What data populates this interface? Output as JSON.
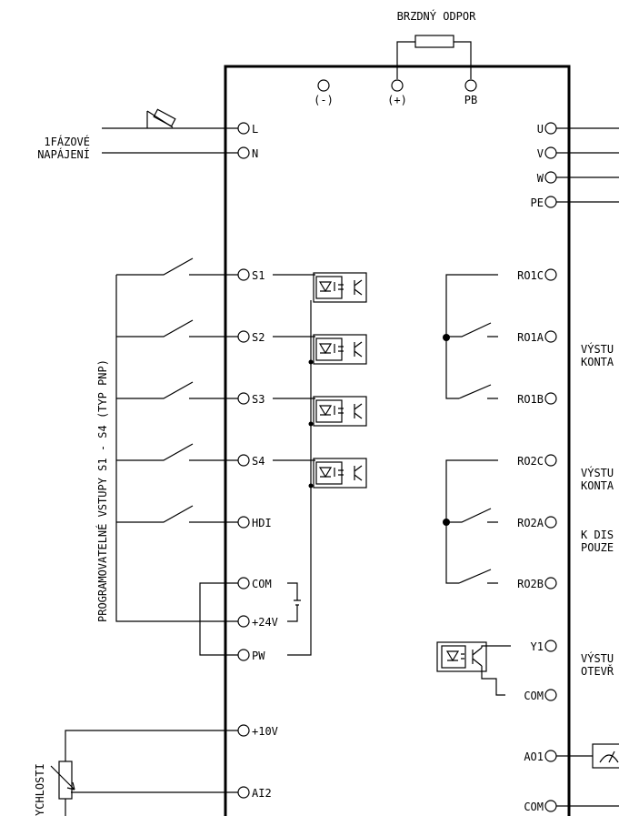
{
  "labels": {
    "brake_resistor": "BRZDNÝ ODPOR",
    "top_minus": "(-)",
    "top_plus": "(+)",
    "top_pb": "PB",
    "supply_line1": "1FÁZOVÉ",
    "supply_line2": "NAPÁJENÍ",
    "inputs_vertical": "PROGRAMOVATELNÉ VSTUPY S1 - S4 (TYP PNP)",
    "speed_vertical": "YCHLOSTI",
    "relay_out1_l1": "VÝSTU",
    "relay_out1_l2": "KONTA",
    "relay_out2_l1": "VÝSTU",
    "relay_out2_l2": "KONTA",
    "relay_note_l1": "K DIS",
    "relay_note_l2": "POUZE",
    "open_collector_l1": "VÝSTU",
    "open_collector_l2": "OTEVŘ"
  },
  "terminals_left": {
    "L": "L",
    "N": "N",
    "S1": "S1",
    "S2": "S2",
    "S3": "S3",
    "S4": "S4",
    "HDI": "HDI",
    "COM": "COM",
    "P24V": "+24V",
    "PW": "PW",
    "P10V": "+10V",
    "AI2": "AI2"
  },
  "terminals_right": {
    "U": "U",
    "V": "V",
    "W": "W",
    "PE": "PE",
    "RO1C": "RO1C",
    "RO1A": "RO1A",
    "RO1B": "RO1B",
    "RO2C": "RO2C",
    "RO2A": "RO2A",
    "RO2B": "RO2B",
    "Y1": "Y1",
    "COM_Y": "COM",
    "AO1": "AO1",
    "COM_A": "COM"
  }
}
